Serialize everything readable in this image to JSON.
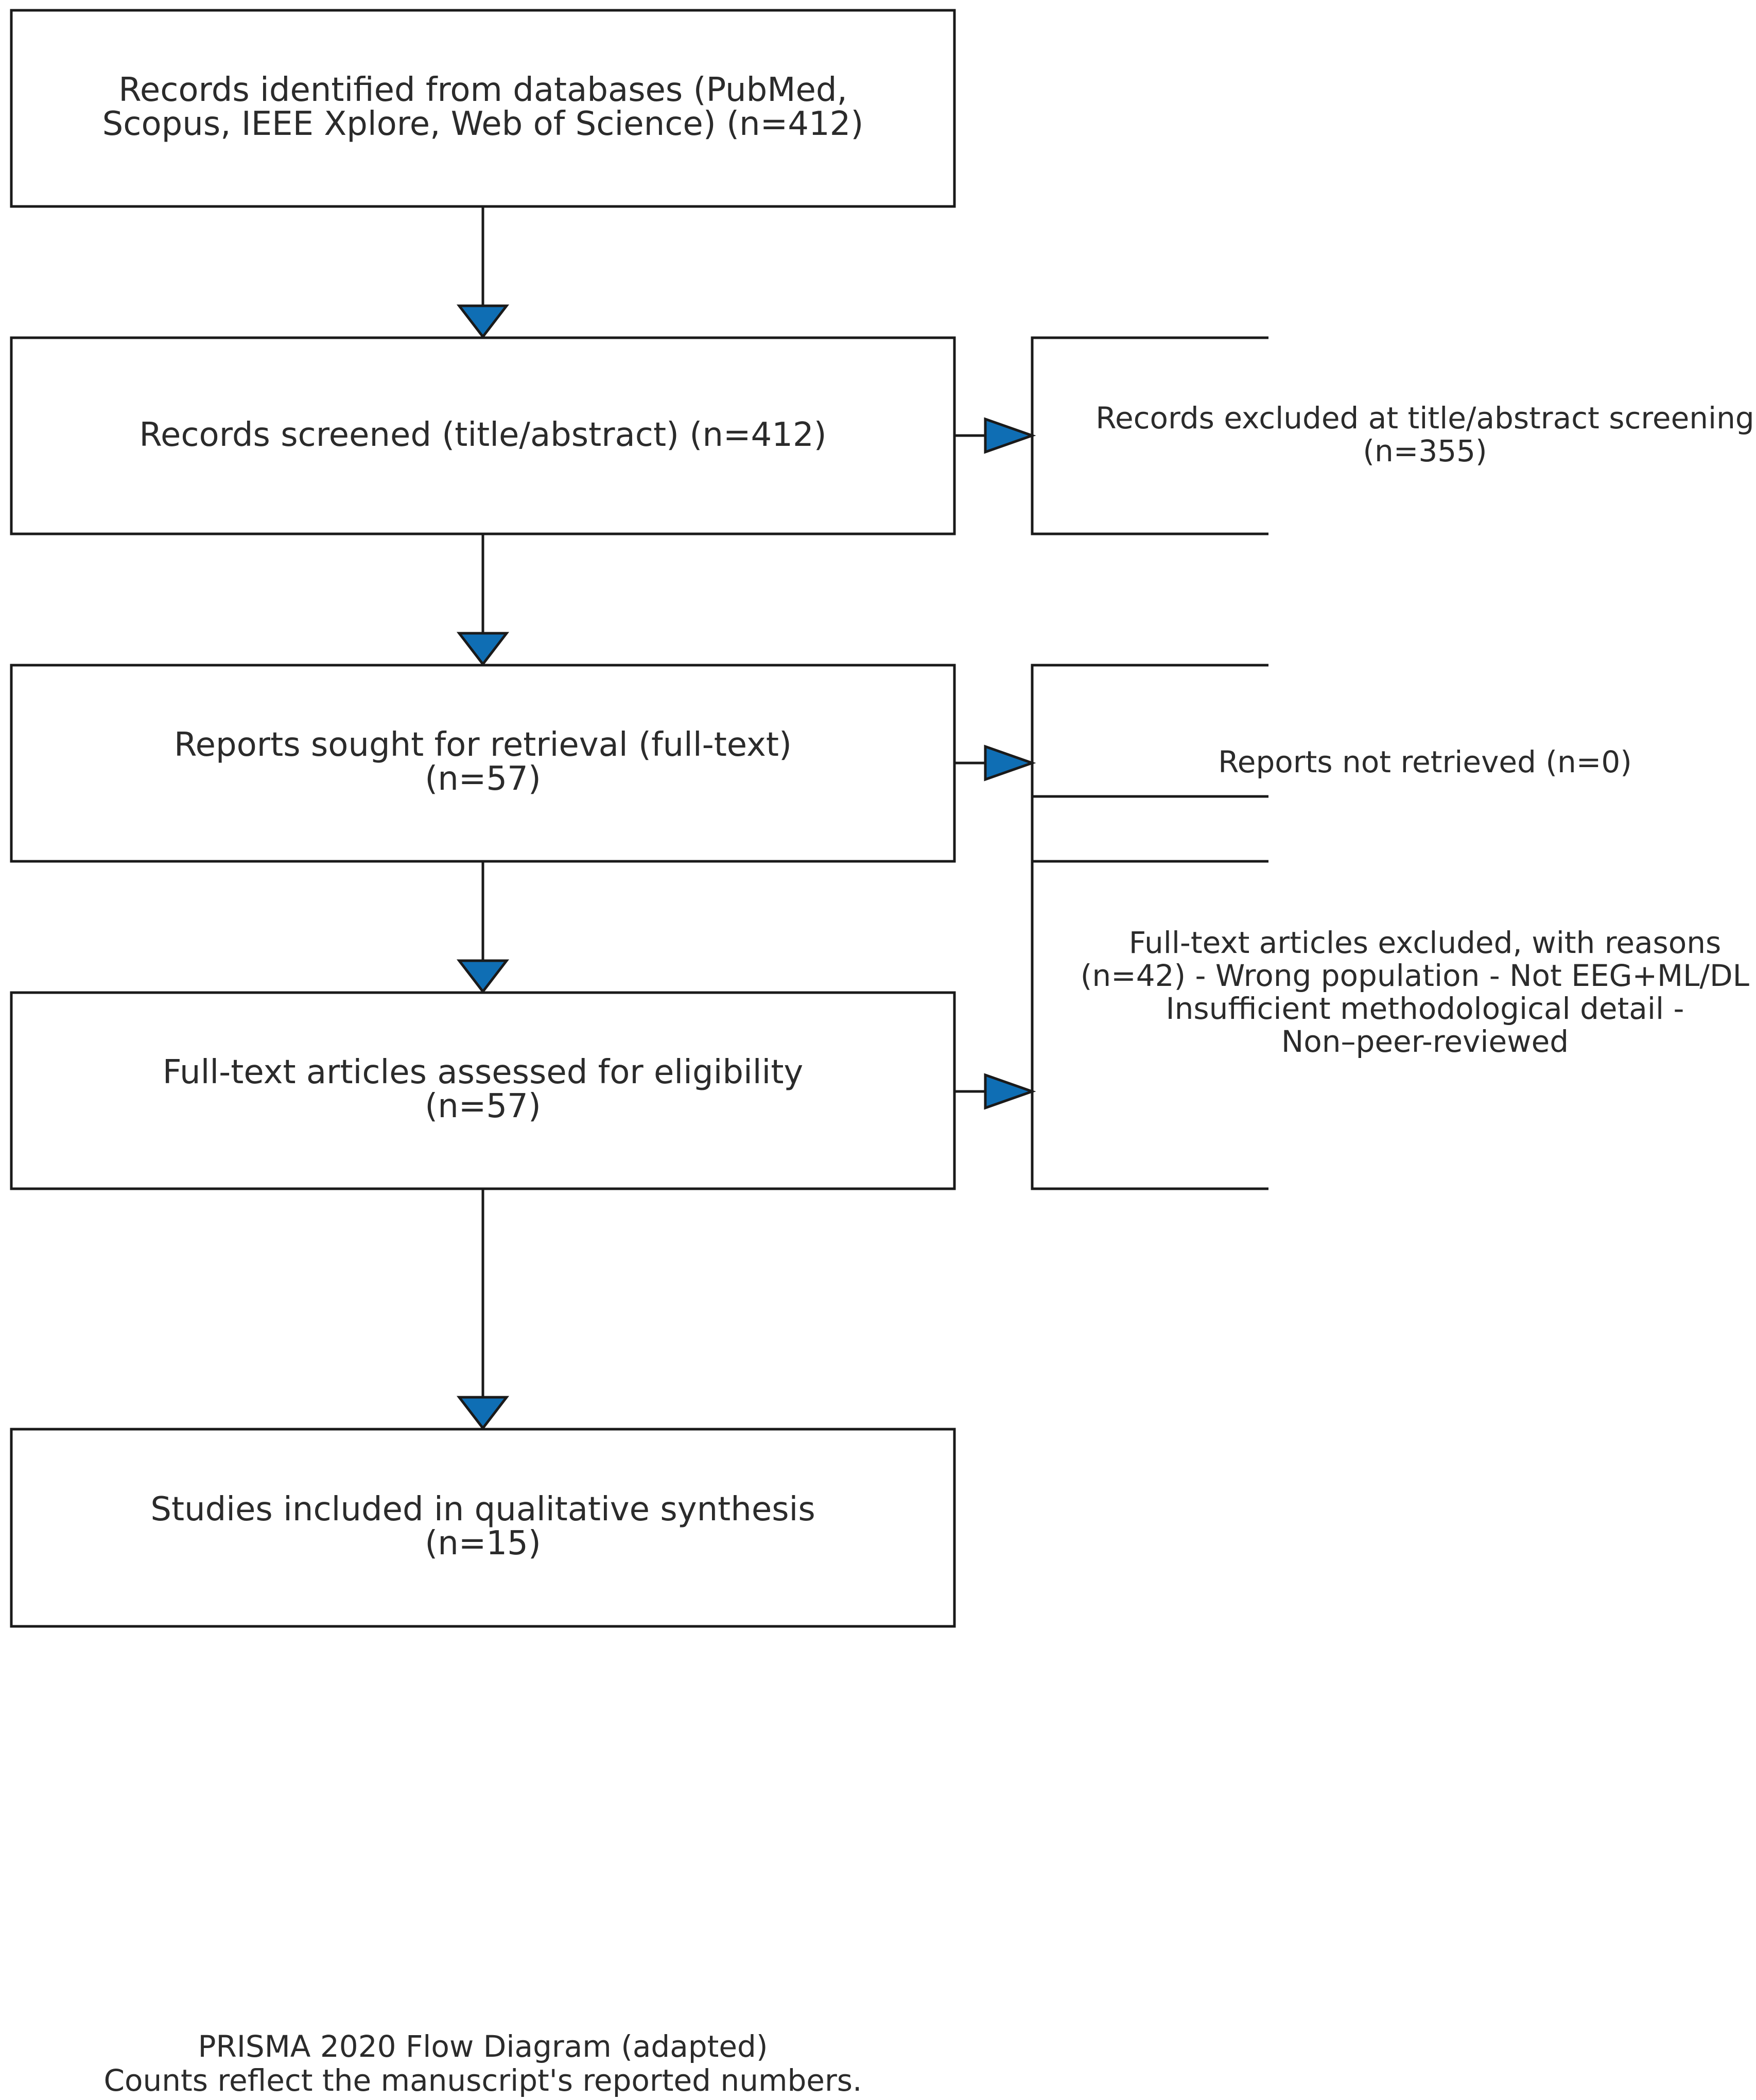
{
  "colors": {
    "arrow_fill": "#0f6eb4",
    "stroke": "#1a1a1a",
    "text": "#2b2b2b"
  },
  "boxes": {
    "identified": {
      "lines": [
        "Records identified from databases (PubMed,",
        "Scopus, IEEE Xplore, Web of Science) (n=412)"
      ]
    },
    "screened": {
      "lines": [
        "Records screened (title/abstract) (n=412)"
      ]
    },
    "sought": {
      "lines": [
        "Reports sought for retrieval (full-text)",
        "(n=57)"
      ]
    },
    "assessed": {
      "lines": [
        "Full-text articles assessed for eligibility",
        "(n=57)"
      ]
    },
    "included": {
      "lines": [
        "Studies included in qualitative synthesis",
        "(n=15)"
      ]
    }
  },
  "side_boxes": {
    "excluded_screening": {
      "lines": [
        "Records excluded at title/abstract screening",
        "(n=355)"
      ]
    },
    "not_retrieved": {
      "lines": [
        "Reports not retrieved (n=0)"
      ]
    },
    "excluded_fulltext": {
      "lines": [
        "Full-text articles excluded, with reasons",
        "(n=42) - Wrong population - Not EEG+ML/DL -",
        "Insufficient methodological detail -",
        "Non–peer-reviewed"
      ]
    }
  },
  "caption": {
    "lines": [
      "PRISMA 2020 Flow Diagram (adapted)",
      "Counts reflect the manuscript's reported numbers."
    ]
  }
}
